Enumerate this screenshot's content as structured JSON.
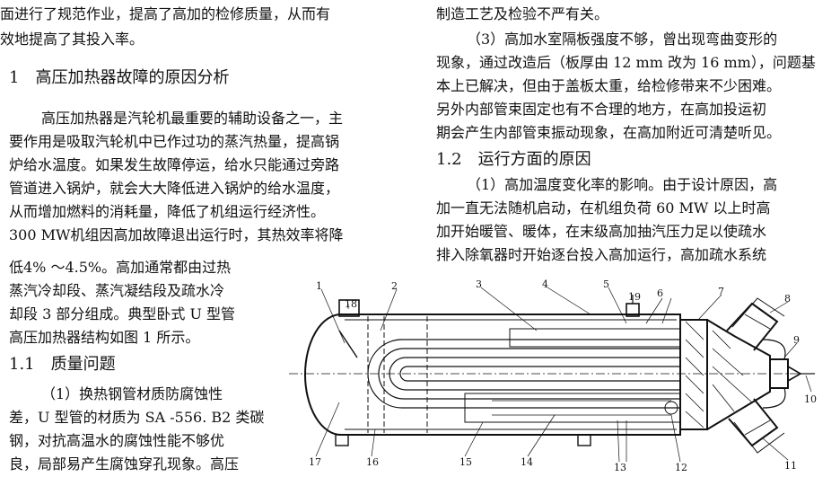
{
  "left_column": {
    "intro_lines": [
      "面进行了规范作业，提高了高加的检修质量，从而有",
      "效地提高了其投入率。"
    ],
    "section1_heading": "1　高压加热器故障的原因分析",
    "section1_lines": [
      "高压加热器是汽轮机最重要的辅助设备之一，主",
      "要作用是吸取汽轮机中已作过功的蒸汽热量，提高锅",
      "炉给水温度。如果发生故障停运，给水只能通过旁路",
      "管道进入锅炉，就会大大降低进入锅炉的给水温度，",
      "从而增加燃料的消耗量，降低了机组运行经济性。",
      "300 MW机组因高加故障退出运行时，其热效率将降",
      "低4% ～4.5%。高加通常都由过热",
      "蒸汽冷却段、蒸汽凝结段及疏水冷",
      "却段 3 部分组成。典型卧式 U 型管",
      "高压加热器结构如图 1 所示。"
    ],
    "section11_heading": "1.1　质量问题",
    "section11_lines": [
      "（1）换热钢管材质防腐蚀性",
      "差，U 型管的材质为 SA -556. B2 类碳",
      "钢，对抗高温水的腐蚀性能不够优",
      "良，局部易产生腐蚀穿孔现象。高压"
    ]
  },
  "right_column": {
    "lines_a": [
      "制造工艺及检验不严有关。",
      "（3）高加水室隔板强度不够，曾出现弯曲变形的",
      "现象，通过改造后（板厚由 12 mm 改为 16 mm），问题基",
      "本上已解决，但由于盖板太重，给检修带来不少困难。",
      "另外内部管束固定也有不合理的地方，在高加投运初",
      "期会产生内部管束振动现象，在高加附近可清楚听见。"
    ],
    "section12_heading": "1.2　运行方面的原因",
    "lines_b": [
      "（1）高加温度变化率的影响。由于设计原因，高",
      "加一直无法随机启动，在机组负荷 60 MW 以上时高",
      "加开始暖管、暖体，在末级高加抽汽压力足以使疏水",
      "排入除氧器时开始逐台投入高加运行，高加疏水系统"
    ]
  },
  "figure": {
    "labels": [
      "1",
      "2",
      "3",
      "4",
      "5",
      "6",
      "7",
      "8",
      "9",
      "10",
      "11",
      "12",
      "13",
      "14",
      "15",
      "16",
      "17",
      "18",
      "19"
    ]
  }
}
